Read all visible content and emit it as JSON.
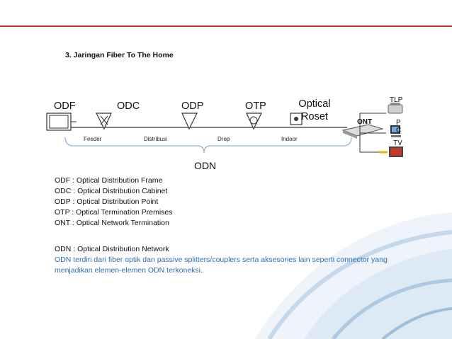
{
  "page": {
    "title": "3. Jaringan Fiber To The Home",
    "accent_color": "#c0392b",
    "text_color_blue": "#2a6fb0"
  },
  "diagram": {
    "nodes": [
      {
        "label": "ODF"
      },
      {
        "label": "ODC"
      },
      {
        "label": "ODP"
      },
      {
        "label": "OTP"
      },
      {
        "label": "Optical\nRoset"
      }
    ],
    "segments": [
      {
        "label": "Feeder"
      },
      {
        "label": "Distribusi"
      },
      {
        "label": "Drop"
      },
      {
        "label": "Indoor"
      }
    ],
    "ont_label": "ONT",
    "devices": [
      {
        "label": "TLP",
        "icon": "telephone-icon"
      },
      {
        "label": "P\nC",
        "icon": "computer-icon"
      },
      {
        "label": "TV",
        "icon": "tv-icon"
      }
    ],
    "span_label": "ODN"
  },
  "definitions": [
    "ODF : Optical Distribution Frame",
    "ODC : Optical Distribution Cabinet",
    "ODP : Optical Distribution Point",
    "OTP : Optical Termination Premises",
    "ONT : Optical Network Termination"
  ],
  "odn_definition": {
    "heading": "ODN : Optical Distribution Network",
    "body": "ODN terdiri dari fiber optik dan passive splitters/couplers serta aksesories lain seperti connector yang menjadikan elemen-elemen ODN terkoneksi."
  }
}
